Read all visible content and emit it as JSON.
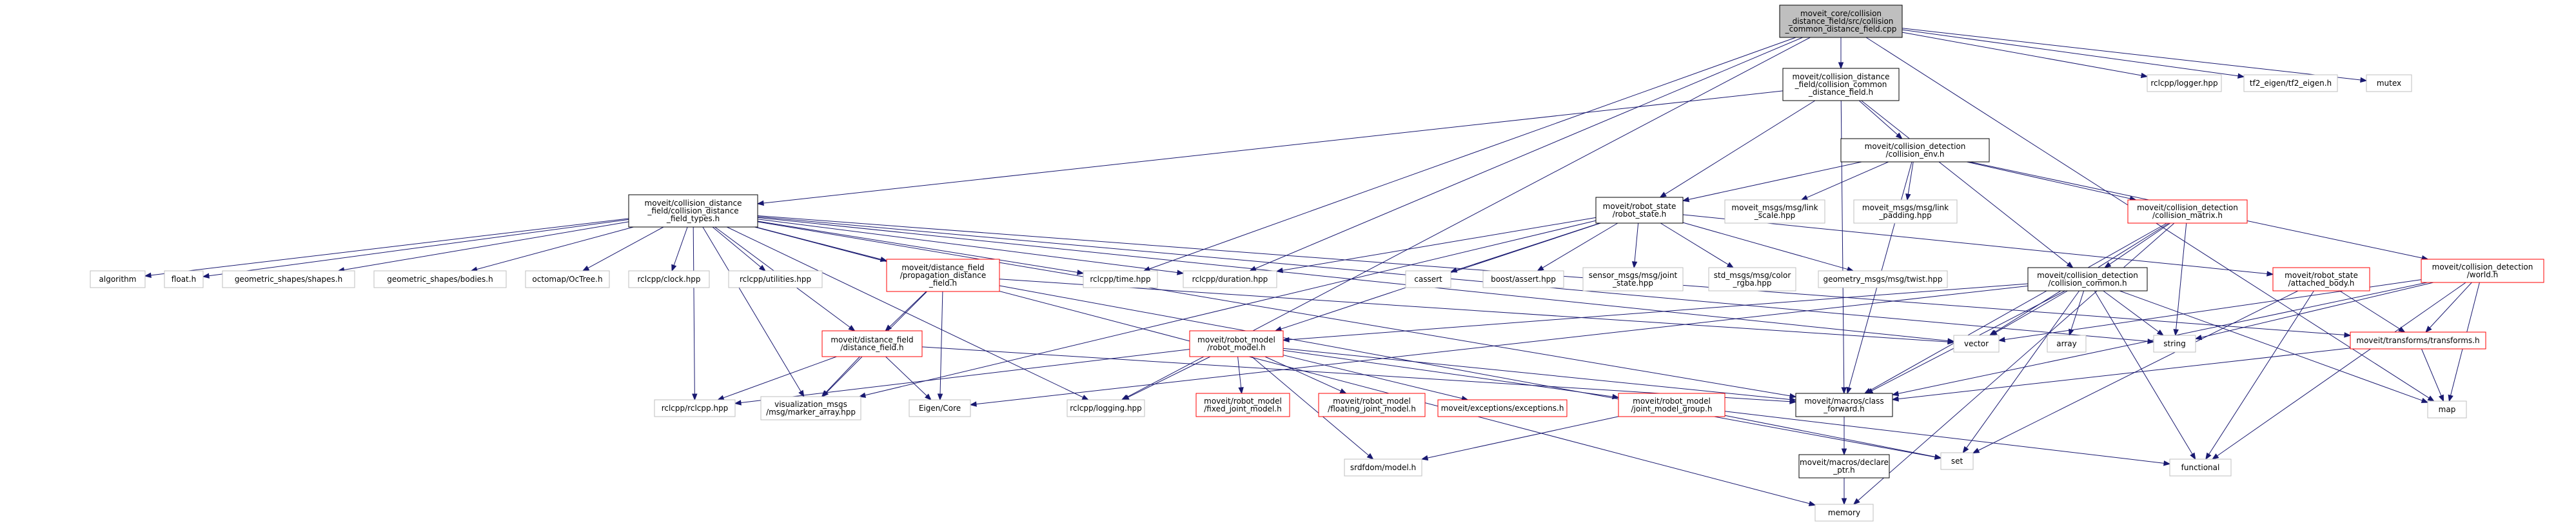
{
  "colors": {
    "root_fill": "#bfbfbf",
    "root_stroke": "#000000",
    "local_stroke": "#000000",
    "partial_stroke": "#ff0000",
    "external_stroke": "#bfbfbf",
    "edge": "#191970"
  },
  "nodes": [
    {
      "id": "root",
      "kind": "root",
      "lines": [
        "moveit_core/collision",
        "_distance_field/src/collision",
        "_common_distance_field.cpp"
      ]
    },
    {
      "id": "cdf_common_h",
      "kind": "local",
      "lines": [
        "moveit/collision_distance",
        "_field/collision_common",
        "_distance_field.h"
      ]
    },
    {
      "id": "rclcpp_logger",
      "kind": "external",
      "lines": [
        "rclcpp/logger.hpp"
      ]
    },
    {
      "id": "tf2_eigen",
      "kind": "external",
      "lines": [
        "tf2_eigen/tf2_eigen.h"
      ]
    },
    {
      "id": "mutex",
      "kind": "external",
      "lines": [
        "mutex"
      ]
    },
    {
      "id": "collision_env",
      "kind": "local",
      "lines": [
        "moveit/collision_detection",
        "/collision_env.h"
      ]
    },
    {
      "id": "cdf_types",
      "kind": "local",
      "lines": [
        "moveit/collision_distance",
        "_field/collision_distance",
        "_field_types.h"
      ]
    },
    {
      "id": "robot_state",
      "kind": "local",
      "lines": [
        "moveit/robot_state",
        "/robot_state.h"
      ]
    },
    {
      "id": "link_scale",
      "kind": "external",
      "lines": [
        "moveit_msgs/msg/link",
        "_scale.hpp"
      ]
    },
    {
      "id": "link_padding",
      "kind": "external",
      "lines": [
        "moveit_msgs/msg/link",
        "_padding.hpp"
      ]
    },
    {
      "id": "collision_matrix",
      "kind": "partial",
      "lines": [
        "moveit/collision_detection",
        "/collision_matrix.h"
      ]
    },
    {
      "id": "world_h",
      "kind": "partial",
      "lines": [
        "moveit/collision_detection",
        "/world.h"
      ]
    },
    {
      "id": "algorithm",
      "kind": "external",
      "lines": [
        "algorithm"
      ]
    },
    {
      "id": "float_h",
      "kind": "external",
      "lines": [
        "float.h"
      ]
    },
    {
      "id": "shapes_h",
      "kind": "external",
      "lines": [
        "geometric_shapes/shapes.h"
      ]
    },
    {
      "id": "bodies_h",
      "kind": "external",
      "lines": [
        "geometric_shapes/bodies.h"
      ]
    },
    {
      "id": "octree",
      "kind": "external",
      "lines": [
        "octomap/OcTree.h"
      ]
    },
    {
      "id": "rclcpp_clock",
      "kind": "external",
      "lines": [
        "rclcpp/clock.hpp"
      ]
    },
    {
      "id": "rclcpp_utilities",
      "kind": "external",
      "lines": [
        "rclcpp/utilities.hpp"
      ]
    },
    {
      "id": "propagation_df",
      "kind": "partial",
      "lines": [
        "moveit/distance_field",
        "/propagation_distance",
        "_field.h"
      ]
    },
    {
      "id": "rclcpp_time",
      "kind": "external",
      "lines": [
        "rclcpp/time.hpp"
      ]
    },
    {
      "id": "rclcpp_duration",
      "kind": "external",
      "lines": [
        "rclcpp/duration.hpp"
      ]
    },
    {
      "id": "cassert",
      "kind": "external",
      "lines": [
        "cassert"
      ]
    },
    {
      "id": "boost_assert",
      "kind": "external",
      "lines": [
        "boost/assert.hpp"
      ]
    },
    {
      "id": "joint_state",
      "kind": "external",
      "lines": [
        "sensor_msgs/msg/joint",
        "_state.hpp"
      ]
    },
    {
      "id": "color_rgba",
      "kind": "external",
      "lines": [
        "std_msgs/msg/color",
        "_rgba.hpp"
      ]
    },
    {
      "id": "twist",
      "kind": "external",
      "lines": [
        "geometry_msgs/msg/twist.hpp"
      ]
    },
    {
      "id": "collision_common",
      "kind": "local",
      "lines": [
        "moveit/collision_detection",
        "/collision_common.h"
      ]
    },
    {
      "id": "attached_body",
      "kind": "partial",
      "lines": [
        "moveit/robot_state",
        "/attached_body.h"
      ]
    },
    {
      "id": "transforms_h",
      "kind": "partial",
      "lines": [
        "moveit/transforms/transforms.h"
      ]
    },
    {
      "id": "distance_field_h",
      "kind": "partial",
      "lines": [
        "moveit/distance_field",
        "/distance_field.h"
      ]
    },
    {
      "id": "robot_model_h",
      "kind": "partial",
      "lines": [
        "moveit/robot_model",
        "/robot_model.h"
      ]
    },
    {
      "id": "vector",
      "kind": "external",
      "lines": [
        "vector"
      ]
    },
    {
      "id": "array",
      "kind": "external",
      "lines": [
        "array"
      ]
    },
    {
      "id": "string",
      "kind": "external",
      "lines": [
        "string"
      ]
    },
    {
      "id": "rclcpp_hpp",
      "kind": "external",
      "lines": [
        "rclcpp/rclcpp.hpp"
      ]
    },
    {
      "id": "marker_array",
      "kind": "external",
      "lines": [
        "visualization_msgs",
        "/msg/marker_array.hpp"
      ]
    },
    {
      "id": "eigen_core",
      "kind": "external",
      "lines": [
        "Eigen/Core"
      ]
    },
    {
      "id": "rclcpp_logging",
      "kind": "external",
      "lines": [
        "rclcpp/logging.hpp"
      ]
    },
    {
      "id": "fixed_joint",
      "kind": "partial",
      "lines": [
        "moveit/robot_model",
        "/fixed_joint_model.h"
      ]
    },
    {
      "id": "floating_joint",
      "kind": "partial",
      "lines": [
        "moveit/robot_model",
        "/floating_joint_model.h"
      ]
    },
    {
      "id": "exceptions",
      "kind": "partial",
      "lines": [
        "moveit/exceptions/exceptions.h"
      ]
    },
    {
      "id": "joint_model_group",
      "kind": "partial",
      "lines": [
        "moveit/robot_model",
        "/joint_model_group.h"
      ]
    },
    {
      "id": "class_forward",
      "kind": "local",
      "lines": [
        "moveit/macros/class",
        "_forward.h"
      ]
    },
    {
      "id": "map",
      "kind": "external",
      "lines": [
        "map"
      ]
    },
    {
      "id": "functional",
      "kind": "external",
      "lines": [
        "functional"
      ]
    },
    {
      "id": "set",
      "kind": "external",
      "lines": [
        "set"
      ]
    },
    {
      "id": "srdfdom",
      "kind": "external",
      "lines": [
        "srdfdom/model.h"
      ]
    },
    {
      "id": "declare_ptr",
      "kind": "local",
      "lines": [
        "moveit/macros/declare",
        "_ptr.h"
      ]
    },
    {
      "id": "memory",
      "kind": "external",
      "lines": [
        "memory"
      ]
    }
  ],
  "edges": [
    [
      "root",
      "cdf_common_h"
    ],
    [
      "root",
      "rclcpp_logger"
    ],
    [
      "root",
      "tf2_eigen"
    ],
    [
      "root",
      "mutex"
    ],
    [
      "root",
      "rclcpp_time"
    ],
    [
      "root",
      "rclcpp_duration"
    ],
    [
      "root",
      "rclcpp_logging"
    ],
    [
      "root",
      "map"
    ],
    [
      "cdf_common_h",
      "collision_env"
    ],
    [
      "cdf_common_h",
      "cdf_types"
    ],
    [
      "cdf_common_h",
      "robot_state"
    ],
    [
      "cdf_common_h",
      "collision_common"
    ],
    [
      "cdf_common_h",
      "class_forward"
    ],
    [
      "collision_env",
      "robot_state"
    ],
    [
      "collision_env",
      "link_scale"
    ],
    [
      "collision_env",
      "link_padding"
    ],
    [
      "collision_env",
      "collision_matrix"
    ],
    [
      "collision_env",
      "world_h"
    ],
    [
      "collision_env",
      "class_forward"
    ],
    [
      "cdf_types",
      "algorithm"
    ],
    [
      "cdf_types",
      "float_h"
    ],
    [
      "cdf_types",
      "shapes_h"
    ],
    [
      "cdf_types",
      "bodies_h"
    ],
    [
      "cdf_types",
      "octree"
    ],
    [
      "cdf_types",
      "rclcpp_clock"
    ],
    [
      "cdf_types",
      "rclcpp_utilities"
    ],
    [
      "cdf_types",
      "propagation_df"
    ],
    [
      "cdf_types",
      "rclcpp_time"
    ],
    [
      "cdf_types",
      "rclcpp_duration"
    ],
    [
      "cdf_types",
      "rclcpp_logging"
    ],
    [
      "cdf_types",
      "rclcpp_hpp"
    ],
    [
      "cdf_types",
      "marker_array"
    ],
    [
      "cdf_types",
      "distance_field_h"
    ],
    [
      "cdf_types",
      "memory"
    ],
    [
      "cdf_types",
      "transforms_h"
    ],
    [
      "cdf_types",
      "string"
    ],
    [
      "cdf_types",
      "vector"
    ],
    [
      "cdf_types",
      "class_forward"
    ],
    [
      "robot_state",
      "robot_model_h"
    ],
    [
      "robot_state",
      "cassert"
    ],
    [
      "robot_state",
      "boost_assert"
    ],
    [
      "robot_state",
      "joint_state"
    ],
    [
      "robot_state",
      "color_rgba"
    ],
    [
      "robot_state",
      "twist"
    ],
    [
      "robot_state",
      "attached_body"
    ],
    [
      "robot_state",
      "rclcpp_duration"
    ],
    [
      "robot_state",
      "marker_array"
    ],
    [
      "collision_matrix",
      "collision_common"
    ],
    [
      "collision_matrix",
      "vector"
    ],
    [
      "collision_matrix",
      "string"
    ],
    [
      "collision_matrix",
      "class_forward"
    ],
    [
      "collision_matrix",
      "memory"
    ],
    [
      "world_h",
      "transforms_h"
    ],
    [
      "world_h",
      "vector"
    ],
    [
      "world_h",
      "string"
    ],
    [
      "world_h",
      "map"
    ],
    [
      "world_h",
      "functional"
    ],
    [
      "world_h",
      "class_forward"
    ],
    [
      "collision_common",
      "robot_model_h"
    ],
    [
      "collision_common",
      "vector"
    ],
    [
      "collision_common",
      "array"
    ],
    [
      "collision_common",
      "string"
    ],
    [
      "collision_common",
      "map"
    ],
    [
      "collision_common",
      "set"
    ],
    [
      "collision_common",
      "functional"
    ],
    [
      "collision_common",
      "eigen_core"
    ],
    [
      "collision_common",
      "class_forward"
    ],
    [
      "attached_body",
      "transforms_h"
    ],
    [
      "attached_body",
      "set"
    ],
    [
      "attached_body",
      "functional"
    ],
    [
      "transforms_h",
      "map"
    ],
    [
      "transforms_h",
      "class_forward"
    ],
    [
      "propagation_df",
      "distance_field_h"
    ],
    [
      "propagation_df",
      "vector"
    ],
    [
      "propagation_df",
      "eigen_core"
    ],
    [
      "propagation_df",
      "set"
    ],
    [
      "propagation_df",
      "marker_array"
    ],
    [
      "distance_field_h",
      "rclcpp_hpp"
    ],
    [
      "distance_field_h",
      "marker_array"
    ],
    [
      "distance_field_h",
      "eigen_core"
    ],
    [
      "distance_field_h",
      "class_forward"
    ],
    [
      "robot_model_h",
      "rclcpp_hpp"
    ],
    [
      "robot_model_h",
      "rclcpp_logging"
    ],
    [
      "robot_model_h",
      "fixed_joint"
    ],
    [
      "robot_model_h",
      "floating_joint"
    ],
    [
      "robot_model_h",
      "exceptions"
    ],
    [
      "robot_model_h",
      "joint_model_group"
    ],
    [
      "robot_model_h",
      "class_forward"
    ],
    [
      "robot_model_h",
      "srdfdom"
    ],
    [
      "joint_model_group",
      "set"
    ],
    [
      "joint_model_group",
      "functional"
    ],
    [
      "joint_model_group",
      "srdfdom"
    ],
    [
      "class_forward",
      "declare_ptr"
    ],
    [
      "declare_ptr",
      "memory"
    ]
  ]
}
